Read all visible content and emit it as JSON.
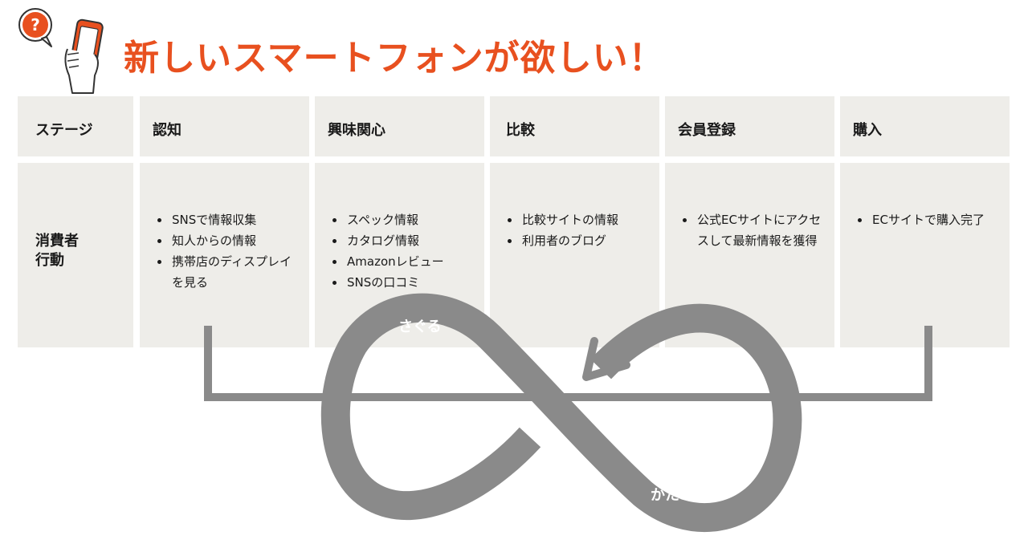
{
  "title": "新しいスマートフォンが欲しい！",
  "mascot": {
    "bubble_text": "?"
  },
  "table": {
    "row_header": "ステージ",
    "behavior_header_lines": [
      "消費者",
      "行動"
    ],
    "columns": [
      {
        "stage": "認知",
        "behaviors": [
          "SNSで情報収集",
          "知人からの情報",
          "携帯店のディスプレイを見る"
        ]
      },
      {
        "stage": "興味関心",
        "behaviors": [
          "スペック情報",
          "カタログ情報",
          "Amazonレビュー",
          "SNSの口コミ"
        ]
      },
      {
        "stage": "比較",
        "behaviors": [
          "比較サイトの情報",
          "利用者のブログ"
        ]
      },
      {
        "stage": "会員登録",
        "behaviors": [
          "公式ECサイトにアクセスして最新情報を獲得"
        ]
      },
      {
        "stage": "購入",
        "behaviors": [
          "ECサイトで購入完了"
        ]
      }
    ]
  },
  "loop": {
    "top_label": "さぐる",
    "bottom_label": "かためる"
  },
  "colors": {
    "accent": "#e8501f",
    "cell_bg": "#eeede9",
    "loop": "#8a8a8a"
  }
}
